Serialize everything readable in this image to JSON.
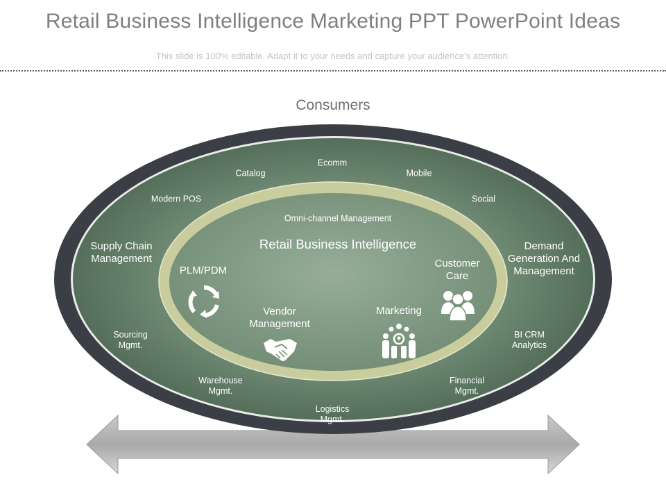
{
  "header": {
    "title": "Retail Business Intelligence Marketing PPT PowerPoint Ideas",
    "subtitle": "This slide is 100% editable. Adapt it to your needs and capture your audience's attention."
  },
  "diagram": {
    "top_label": "Consumers",
    "center_title": "Retail Business Intelligence",
    "inner_ring_label": "Omni-channel Management",
    "outer_ring": {
      "ecomm": "Ecomm",
      "catalog": "Catalog",
      "mobile": "Mobile",
      "modern_pos": "Modern POS",
      "social": "Social",
      "supply_chain": "Supply Chain\nManagement",
      "demand_gen": "Demand\nGeneration And\nManagement",
      "sourcing": "Sourcing\nMgmt.",
      "bi_crm": "BI CRM\nAnalytics",
      "warehouse": "Warehouse\nMgmt.",
      "financial": "Financial\nMgmt.",
      "logistics": "Logistics\nMgmt."
    },
    "inner": {
      "plm": "PLM/PDM",
      "customer_care": "Customer\nCare",
      "vendor": "Vendor\nManagement",
      "marketing": "Marketing"
    },
    "icons": [
      "cycle-arrows-icon",
      "people-group-icon",
      "handshake-icon",
      "team-icon",
      "double-arrow-icon"
    ],
    "colors": {
      "outer_band": "#3b3f45",
      "field_dark": "#4f6a56",
      "field_light": "#8fa791",
      "inner_ring": "#c9cd9e",
      "arrow": "#a8a8a8"
    }
  }
}
